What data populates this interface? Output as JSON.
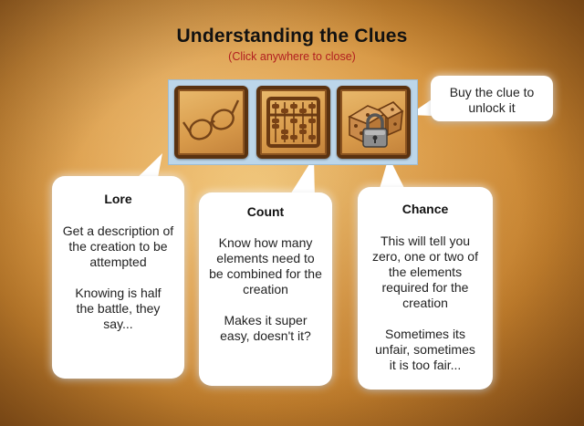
{
  "header": {
    "title": "Understanding the Clues",
    "subtitle": "(Click anywhere to close)"
  },
  "colors": {
    "subtitle": "#b22020",
    "strip": "#bcd6ea",
    "tile_border": "#5a3210"
  },
  "icons": [
    "glasses-icon",
    "abacus-icon",
    "locked-dice-icon"
  ],
  "unlock_tip": {
    "text": "Buy the clue to unlock it"
  },
  "clues": [
    {
      "title": "Lore",
      "description": "Get a description of the creation to be attempted",
      "note": "Knowing is half the battle, they say..."
    },
    {
      "title": "Count",
      "description": "Know how many elements need to be combined for the creation",
      "note": "Makes it super easy, doesn't it?"
    },
    {
      "title": "Chance",
      "description": "This will tell you zero, one or two of the elements required for the creation",
      "note": "Sometimes its unfair, sometimes it is too fair..."
    }
  ]
}
